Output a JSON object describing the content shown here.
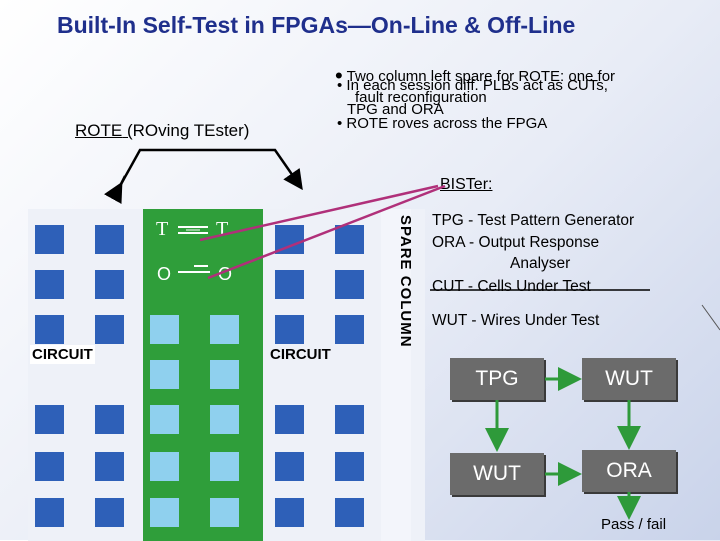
{
  "title": "Built-In Self-Test in FPGAs—On-Line & Off-Line",
  "bullets": {
    "b1": "Two column left spare for ROTE: one for",
    "b1_overlap": "In each session diff. PLBs act as CUTs,",
    "b1b": "fault reconfiguration",
    "b1c": "TPG and ORA",
    "b2": "ROTE roves across the FPGA"
  },
  "rote_label": {
    "short": "ROTE",
    "long": " (ROving TEster)"
  },
  "bister_label": "BISTer:",
  "fpga": {
    "circuit_left": "CIRCUIT",
    "circuit_right": "CIRCUIT",
    "spare_column": "SPARE COLUMN",
    "t1": "T",
    "t2": "T",
    "o1": "O",
    "o2": "O"
  },
  "definitions": {
    "tpg": "TPG - Test Pattern Generator",
    "ora1": "ORA - Output Response",
    "ora2": "Analyser",
    "cut": "CUT - Cells Under Test",
    "wut": "WUT - Wires Under Test"
  },
  "flow": {
    "tpg": "TPG",
    "wut_top": "WUT",
    "wut_bottom": "WUT",
    "ora": "ORA",
    "result": "Pass / fail"
  },
  "colors": {
    "title": "#1f2f8c",
    "cell": "#2e60b8",
    "rote_area": "#2f9e3a",
    "rote_cell": "#8fd0ee",
    "arrow": "#2e9a3a",
    "pointer": "#b0307a",
    "box": "#6b6b6b"
  }
}
